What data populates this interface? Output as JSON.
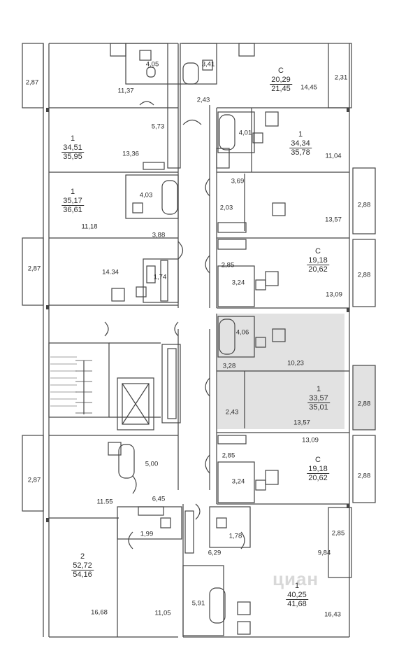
{
  "watermark": "циан",
  "apartments": [
    {
      "id": "apt-studio-top",
      "type": "С",
      "living": "20,29",
      "total": "21,45"
    },
    {
      "id": "apt-1-left-a",
      "type": "1",
      "living": "34,51",
      "total": "35,95"
    },
    {
      "id": "apt-1-right-a",
      "type": "1",
      "living": "34,34",
      "total": "35,78"
    },
    {
      "id": "apt-1-left-b",
      "type": "1",
      "living": "35,17",
      "total": "36,61"
    },
    {
      "id": "apt-studio-right-a",
      "type": "С",
      "living": "19,18",
      "total": "20,62"
    },
    {
      "id": "apt-1-highlight",
      "type": "1",
      "living": "33,57",
      "total": "35,01"
    },
    {
      "id": "apt-studio-right-b",
      "type": "С",
      "living": "19,18",
      "total": "20,62"
    },
    {
      "id": "apt-2-left",
      "type": "2",
      "living": "52,72",
      "total": "54,16"
    },
    {
      "id": "apt-1-bottom-right",
      "type": "1",
      "living": "40,25",
      "total": "41,68"
    }
  ],
  "areas": [
    "2,87",
    "4,05",
    "11,37",
    "3,41",
    "2,43",
    "14,45",
    "2,31",
    "5,73",
    "13,36",
    "4,01",
    "11,04",
    "4,03",
    "3,69",
    "2,03",
    "11,18",
    "3,88",
    "2,88",
    "13,57",
    "2,87",
    "14.34",
    "1,74",
    "2,85",
    "3,24",
    "2,88",
    "13,09",
    "4,06",
    "3,28",
    "10,23",
    "2,88",
    "2,43",
    "13,57",
    "13,09",
    "2,87",
    "5,00",
    "2,85",
    "3,24",
    "2,88",
    "11.55",
    "6,45",
    "1,99",
    "1,78",
    "2,85",
    "6,29",
    "9,84",
    "16,68",
    "11,05",
    "5,91",
    "16,43"
  ]
}
